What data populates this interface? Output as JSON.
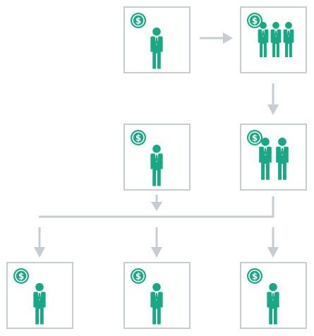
{
  "colors": {
    "accent": "#17a884",
    "card_border": "#c6ccd1",
    "connector": "#c6ccd1",
    "background": "#ffffff"
  },
  "icons": {
    "badge": "dollar-coin-icon",
    "person": "businessman-icon"
  },
  "cards": [
    {
      "id": "top-left",
      "people": 1
    },
    {
      "id": "top-right",
      "people": 3
    },
    {
      "id": "middle-left",
      "people": 1
    },
    {
      "id": "middle-right",
      "people": 2
    },
    {
      "id": "bottom-left",
      "people": 1
    },
    {
      "id": "bottom-center",
      "people": 1
    },
    {
      "id": "bottom-right",
      "people": 1
    }
  ]
}
